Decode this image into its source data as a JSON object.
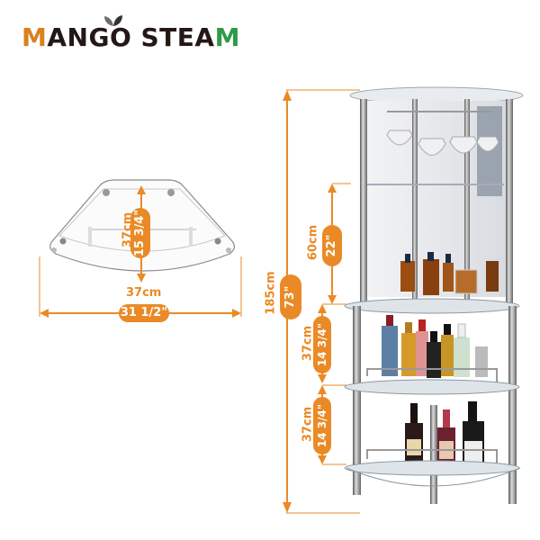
{
  "brand": {
    "logo_text_parts": [
      "M",
      "ANGO STEA",
      "M"
    ],
    "colors": {
      "orange": "#d9801f",
      "green": "#2e9a4a",
      "dark": "#231815"
    }
  },
  "accent_color": "#ea8a26",
  "top_view": {
    "depth_cm": "37cm",
    "depth_in": "15 3/4\"",
    "width_cm": "37cm",
    "width_in": "31 1/2\""
  },
  "side_view": {
    "total_height_cm": "185cm",
    "total_height_in": "73\"",
    "upper_section_cm": "60cm",
    "upper_section_in": "22\"",
    "middle_shelf_cm": "37cm",
    "middle_shelf_in": "14 3/4\"",
    "lower_shelf_cm": "37cm",
    "lower_shelf_in": "14 3/4\""
  },
  "product": {
    "name": "corner bar cabinet with glass shelves, stemware rack and mirrored back"
  }
}
